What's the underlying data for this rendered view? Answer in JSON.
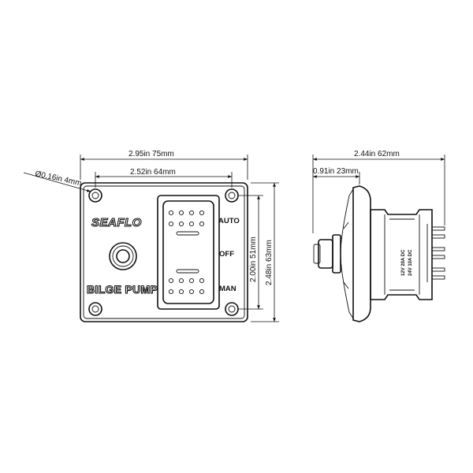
{
  "front_view": {
    "brand": "SEAFLO",
    "product_label": "BILGE PUMP",
    "switch_positions": [
      "AUTO",
      "OFF",
      "MAN"
    ]
  },
  "dimensions": {
    "overall_width": "2.95in 75mm",
    "hole_spacing_horizontal": "2.52in 64mm",
    "hole_diameter": "Ø0.16in 4mm",
    "hole_spacing_vertical": "2.00in 51mm",
    "overall_height": "2.48in 63mm",
    "side_depth_total": "2.44in 62mm",
    "side_depth_front": "0.91in 23mm"
  },
  "side_view": {
    "rating_line_1": "12V 20A DC",
    "rating_line_2": "24V 10A DC"
  }
}
